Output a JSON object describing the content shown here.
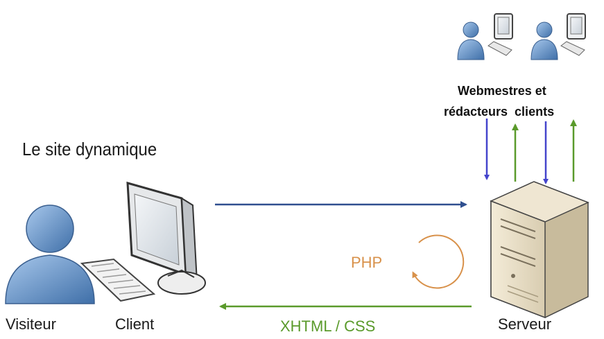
{
  "title": "Le site dynamique",
  "webmasters": {
    "line1": "Webmestres et",
    "line2": "rédacteurs  clients"
  },
  "processor_label": "PHP",
  "visitor_label": "Visiteur",
  "client_label": "Client",
  "response_label": "XHTML / CSS",
  "server_label": "Serveur",
  "colors": {
    "request_arrow": "#2f4f8f",
    "response_arrow": "#5a9a2b",
    "php": "#d8914a",
    "editor_down_arrow": "#4444cc",
    "editor_up_arrow": "#5a9a2b"
  },
  "icons": [
    "user-icon",
    "computer-icon",
    "keyboard-icon",
    "server-icon",
    "cycle-icon"
  ]
}
